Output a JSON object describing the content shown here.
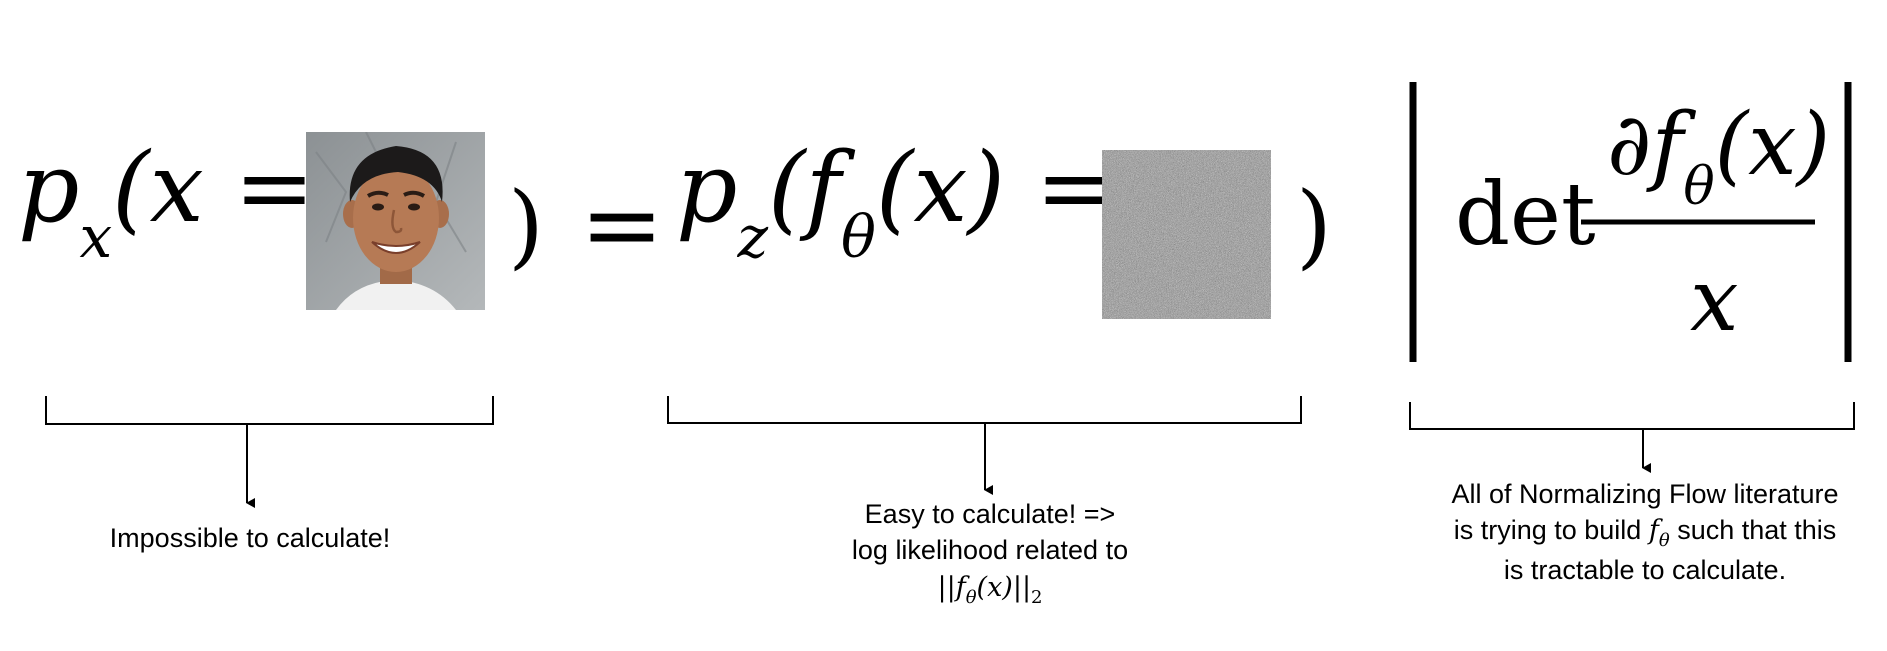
{
  "equation": {
    "lhs_p": "p",
    "lhs_sub": "x",
    "lhs_open": "(x =",
    "close_paren": ")",
    "equals": "=",
    "rhs_p": "p",
    "rhs_sub": "z",
    "rhs_open": "(",
    "f": "f",
    "theta": "θ",
    "fx": "(x) =",
    "rhs_close": ")",
    "det": "det",
    "partial_f": "∂f",
    "partial_theta": "θ",
    "partial_x": "(x)",
    "denominator": "x"
  },
  "images": {
    "face_icon": "face-photo",
    "noise_icon": "gaussian-noise"
  },
  "annotations": {
    "left": {
      "text": "Impossible to calculate!"
    },
    "middle": {
      "line1": "Easy to calculate! =>",
      "line2": "log likelihood related to",
      "norm_open": "||",
      "norm_f": "f",
      "norm_theta": "θ",
      "norm_x": "(x)",
      "norm_close": "||",
      "norm_sub": "2"
    },
    "right": {
      "line1": "All of Normalizing Flow literature",
      "line2_a": "is trying to build",
      "line2_f": "f",
      "line2_theta": "θ",
      "line2_b": "such that this",
      "line3": "is tractable to calculate."
    }
  }
}
